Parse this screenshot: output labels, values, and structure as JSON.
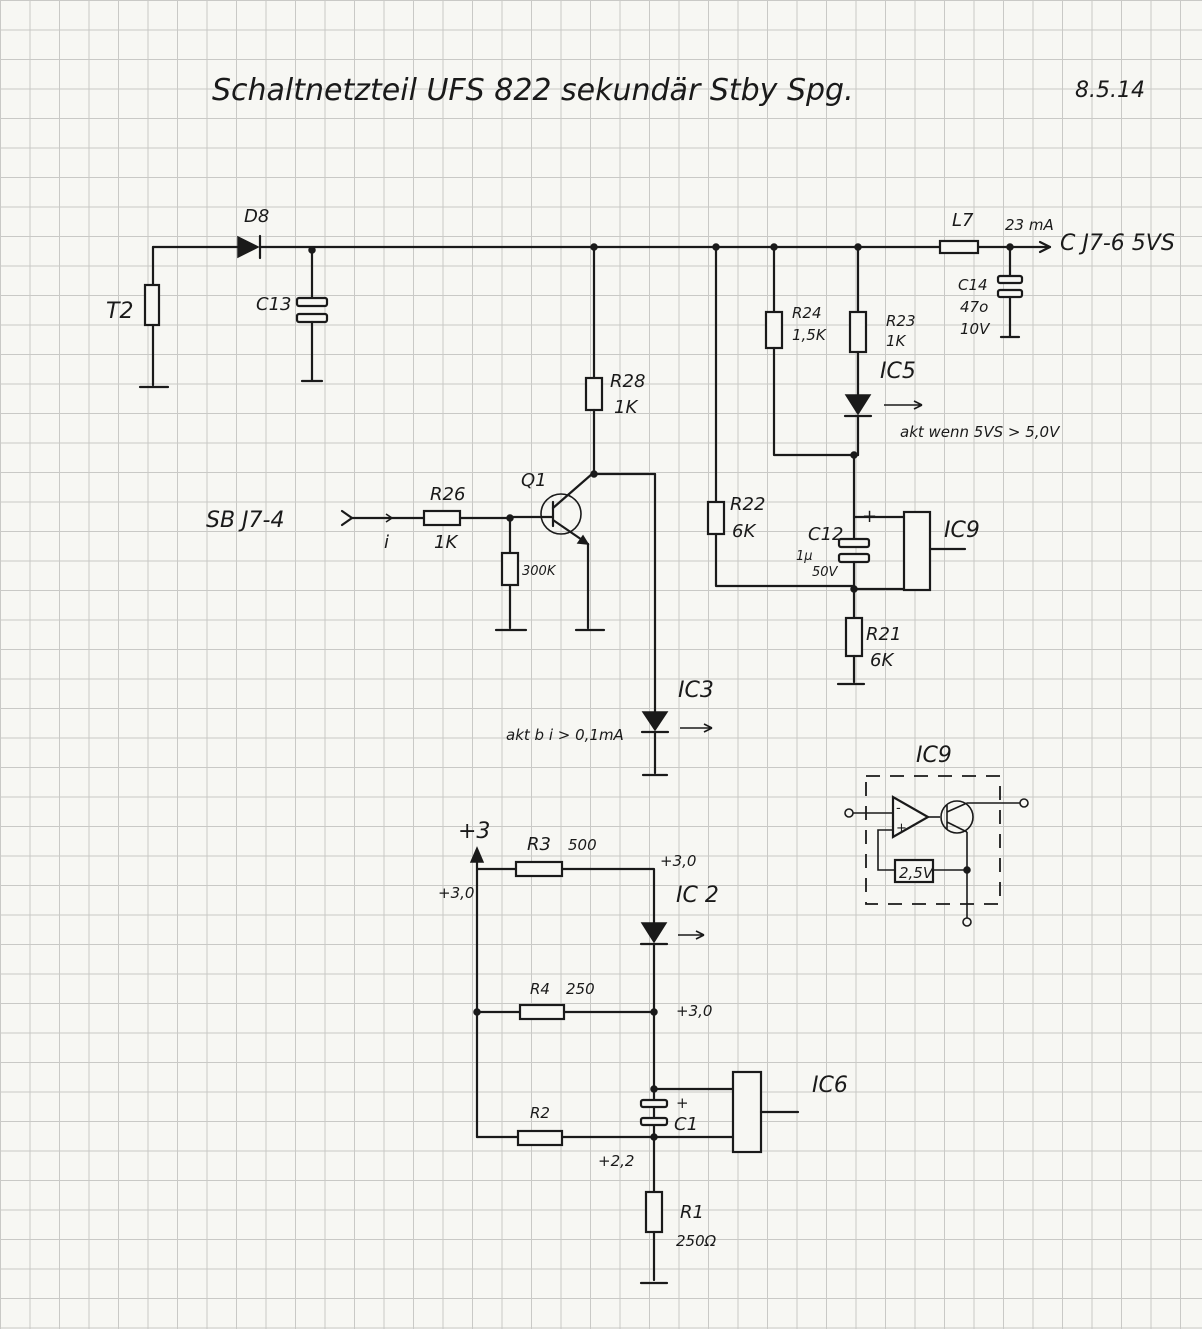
{
  "sheet": {
    "title": "Schaltnetzteil UFS 822 sekundär Stby Spg.",
    "date": "8.5.14"
  },
  "labels": {
    "t2": "T2",
    "d8": "D8",
    "c13": "C13",
    "l7": "L7",
    "current": "23 mA",
    "out": "C J7-6 5VS",
    "c14": "C14",
    "c14_val": "47o",
    "c14_v": "10V",
    "r24": "R24",
    "r24_val": "1,5K",
    "r23": "R23",
    "r23_val": "1K",
    "ic5": "IC5",
    "ic5_note": "akt wenn 5VS > 5,0V",
    "r28": "R28",
    "r28_val": "1K",
    "q1": "Q1",
    "sb_in": "SB J7-4",
    "i_sym": "i",
    "r26": "R26",
    "r26_val": "1K",
    "r_300k": "300K",
    "r22": "R22",
    "r22_val": "6K",
    "c12": "C12",
    "c12_val": "1μ",
    "c12_v": "50V",
    "plus": "+",
    "ic9": "IC9",
    "r21": "R21",
    "r21_val": "6K",
    "ic3": "IC3",
    "ic3_note": "akt b i > 0,1mA",
    "ic9_detail": "IC9",
    "vref": "2,5V",
    "p3": "+3",
    "p30a": "+3,0",
    "r3": "R3",
    "r3_val": "500",
    "p30b": "+3,0",
    "ic2": "IC 2",
    "r4": "R4",
    "r4_val": "250",
    "p30c": "+3,0",
    "ic6": "IC6",
    "c1": "C1",
    "r2": "R2",
    "p22": "+2,2",
    "r1": "R1",
    "r1_val": "250Ω"
  }
}
